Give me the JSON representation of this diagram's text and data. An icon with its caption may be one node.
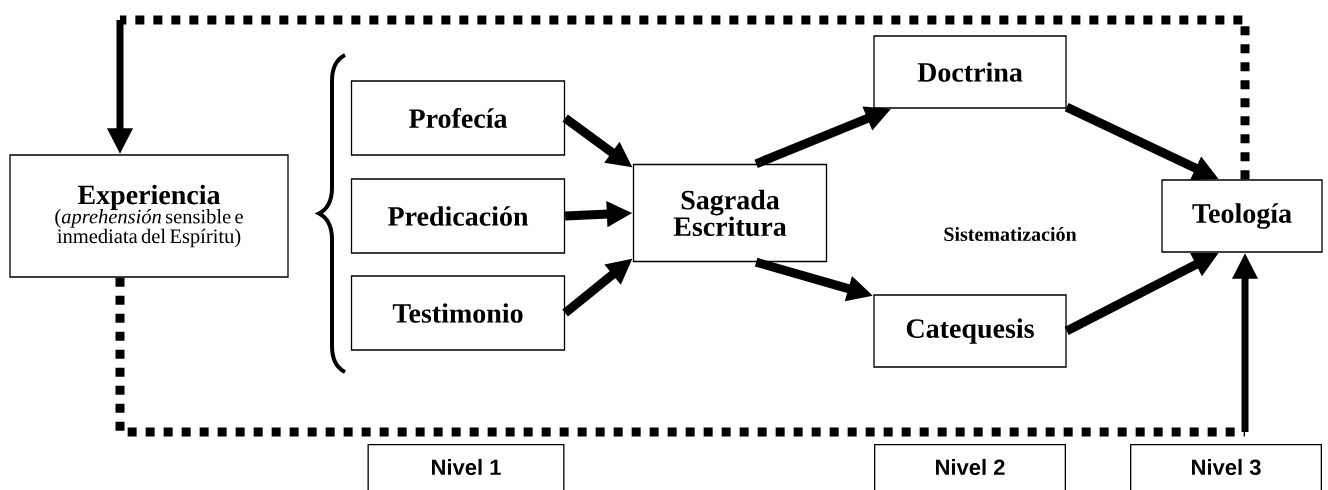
{
  "diagram": {
    "nodes": [
      {
        "text": [
          "Experiencia",
          "(*aprehensión* sensible e inmediata del Espíritu)"
        ]
      },
      {
        "text": [
          "Profecía"
        ]
      },
      {
        "text": [
          "Predicación"
        ]
      },
      {
        "text": [
          "Testimonio"
        ]
      },
      {
        "text": [
          "Sagrada Escritura"
        ]
      },
      {
        "text": [
          "Doctrina"
        ]
      },
      {
        "text": [
          "Catequesis"
        ]
      },
      {
        "text": [
          "Teología"
        ]
      },
      {
        "text": [
          "Nivel 1"
        ]
      },
      {
        "text": [
          "Nivel 2"
        ]
      },
      {
        "text": [
          "Nivel 3"
        ]
      }
    ],
    "edges": [
      {
        "from": 1,
        "to": 4,
        "arrow": "to"
      },
      {
        "from": 2,
        "to": 4,
        "arrow": "to"
      },
      {
        "from": 3,
        "to": 4,
        "arrow": "to"
      },
      {
        "from": 4,
        "to": 5,
        "arrow": "to"
      },
      {
        "from": 4,
        "to": 6,
        "arrow": "to"
      },
      {
        "from": 5,
        "to": 7,
        "arrow": "to"
      },
      {
        "from": 6,
        "to": 7,
        "arrow": "to"
      },
      {
        "from": 7,
        "to": 0,
        "arrow": "to",
        "style": "dashed"
      },
      {
        "from": 0,
        "to": 7,
        "arrow": "to",
        "style": "dashed"
      }
    ],
    "labels": [
      "Sistematización"
    ]
  }
}
